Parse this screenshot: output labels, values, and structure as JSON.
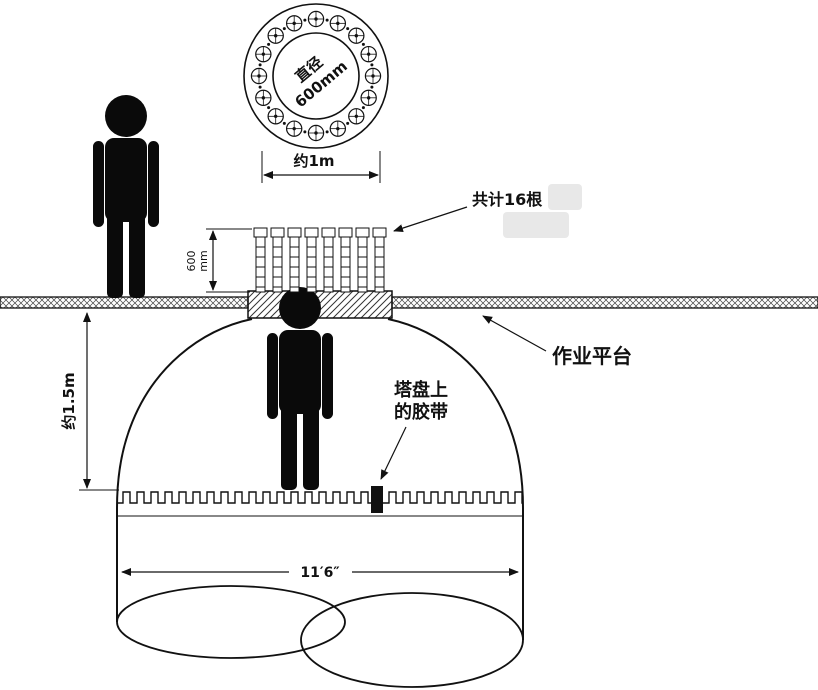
{
  "colors": {
    "annotation": "#c41414",
    "line": "#111111"
  },
  "flange_top_view": {
    "bolt_count": 16,
    "diameter_label_line1": "直径",
    "diameter_label_line2": "600mm",
    "width_label": "约1m"
  },
  "studs": {
    "count_label": "共计16根",
    "visible_count": 8,
    "height_value": "600",
    "height_unit": "mm"
  },
  "platform": {
    "label": "作业平台"
  },
  "tray": {
    "tape_label_line1": "塔盘上",
    "tape_label_line2": "的胶带"
  },
  "dimensions": {
    "platform_to_tray": "约1.5m",
    "vessel_width": "11′6″"
  }
}
